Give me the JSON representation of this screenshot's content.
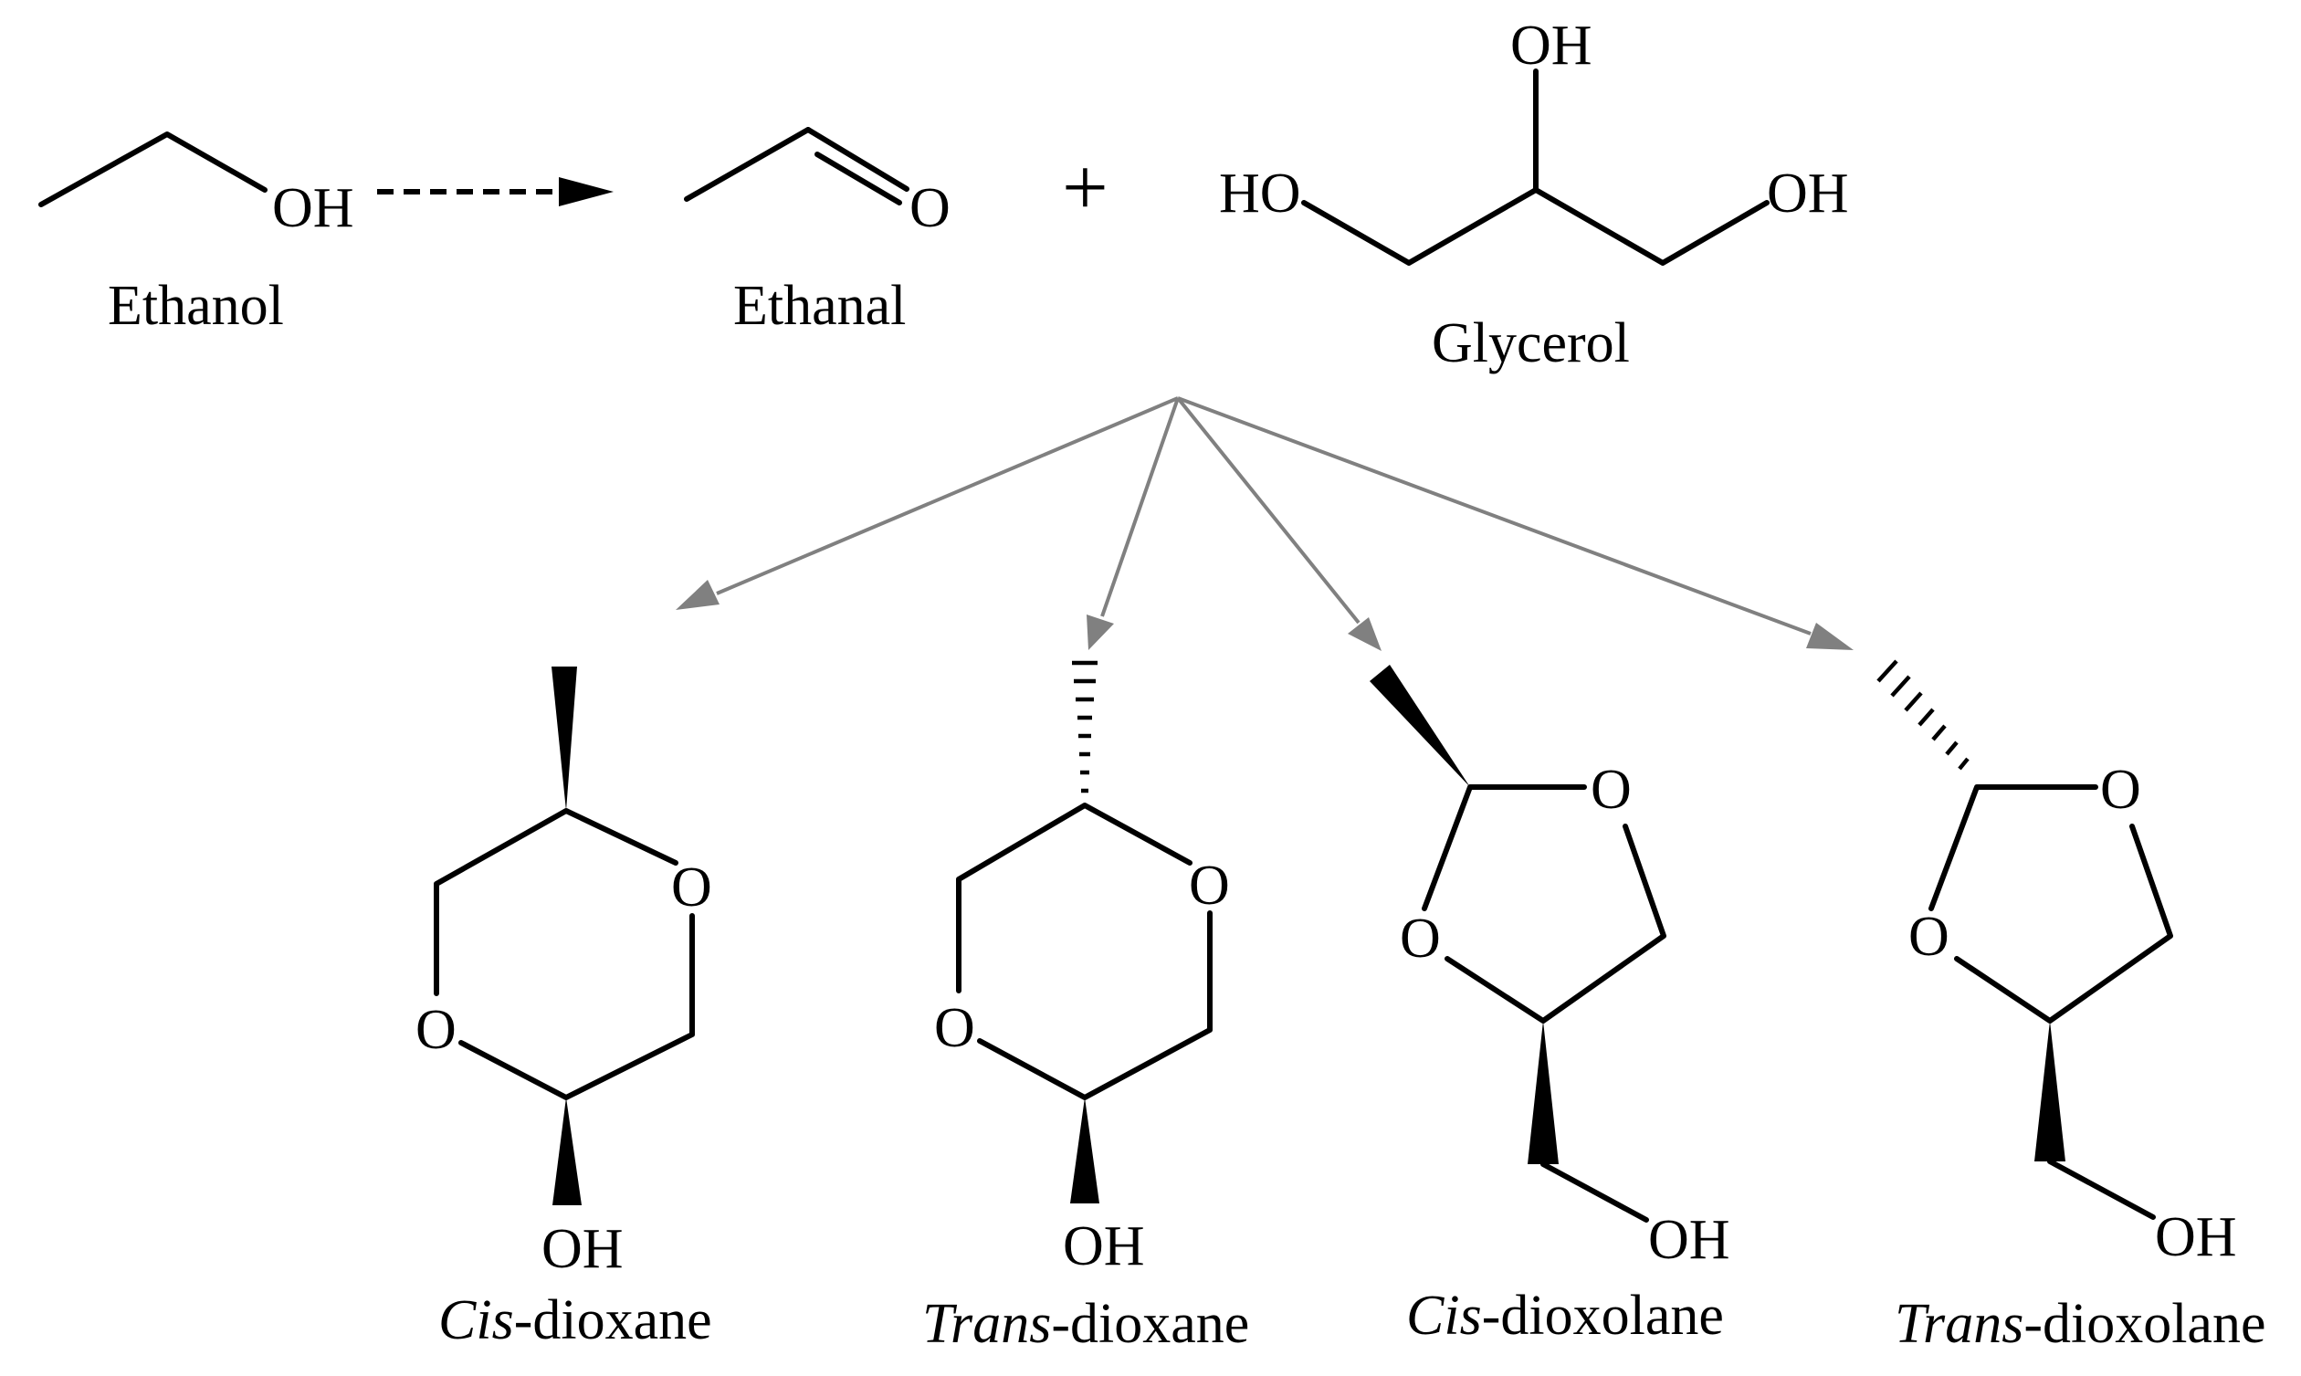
{
  "top_row": {
    "ethanol": {
      "name": "Ethanol",
      "oh": "OH"
    },
    "ethanal": {
      "name": "Ethanal",
      "o": "O"
    },
    "plus": "+",
    "glycerol": {
      "name": "Glycerol",
      "oh_top": "OH",
      "oh_left": "HO",
      "oh_right": "OH"
    }
  },
  "products": [
    {
      "prefix": "Cis",
      "suffix": "-dioxane",
      "o1": "O",
      "o2": "O",
      "oh": "OH"
    },
    {
      "prefix": "Trans",
      "suffix": "-dioxane",
      "o1": "O",
      "o2": "O",
      "oh": "OH"
    },
    {
      "prefix": "Cis",
      "suffix": "-dioxolane",
      "o1": "O",
      "o2": "O",
      "oh": "OH"
    },
    {
      "prefix": "Trans",
      "suffix": "-dioxolane",
      "o1": "O",
      "o2": "O",
      "oh": "OH"
    }
  ],
  "colors": {
    "bonds": "#000000",
    "branch_arrows": "#808080"
  }
}
